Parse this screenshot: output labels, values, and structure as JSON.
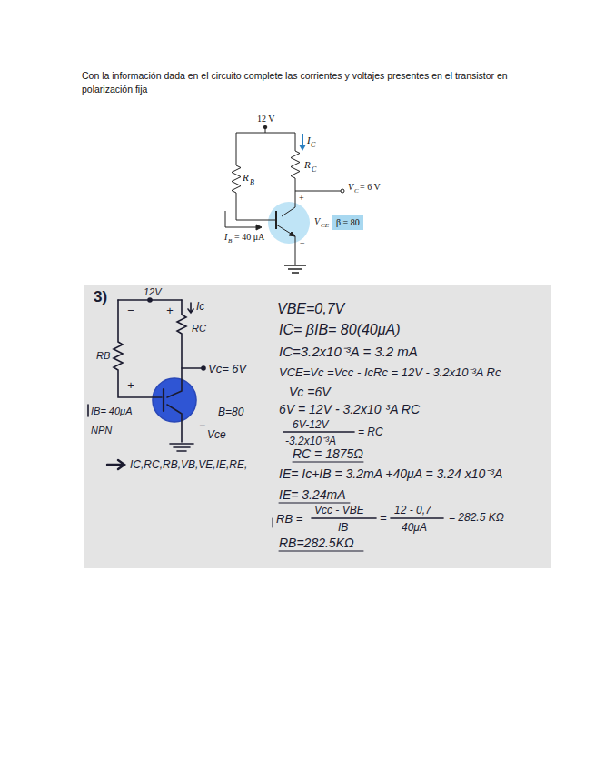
{
  "diagram": {
    "title": "Con la información dada en el circuito complete las corrientes y voltajes presentes en el transistor en polarización fija",
    "nodes": [
      {
        "text": [
          "β = 80"
        ]
      }
    ],
    "labels": [
      "12 V",
      "I",
      "C",
      "R",
      "C",
      "R",
      "B",
      "V",
      "C",
      "= 6 V",
      "+",
      "V",
      "CE",
      "−",
      "I",
      "B",
      "= 40 μA",
      "3)",
      "12V",
      "−",
      "+",
      "Ic",
      "RC",
      "Vc= 6V",
      "RB",
      "+",
      "IB= 40μA",
      "NPN",
      "B=80",
      "−",
      "Vce",
      "IC,RC,RB,VB,VE,IE,RE,",
      "VBE=0,7V",
      "IC= βIB= 80(40μA)",
      "IC=3.2x10⁻³A = 3.2 mA",
      "VCE=Vc =Vcc - IcRc = 12V - 3.2x10⁻³A Rc",
      "Vc =6V",
      "6V = 12V - 3.2x10⁻³A RC",
      "6V-12V",
      "-3.2x10⁻³A",
      "= RC",
      "RC = 1875Ω",
      "IE= Ic+IB = 3.2mA +40μA = 3.24 x10⁻³A",
      "IE= 3.24mA",
      "RB =",
      "Vcc - VBE",
      "IB",
      "=",
      "12 - 0,7",
      "40μA",
      "= 282.5 KΩ",
      "RB=282.5KΩ"
    ]
  }
}
